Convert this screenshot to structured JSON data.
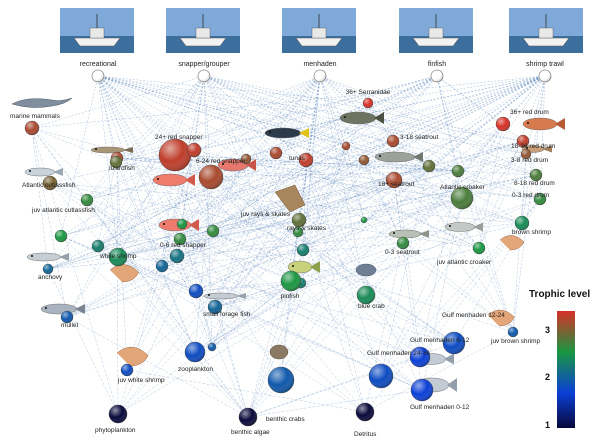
{
  "fisheries": [
    {
      "id": "f1",
      "label": "recreational"
    },
    {
      "id": "f2",
      "label": "snapper/grouper"
    },
    {
      "id": "f3",
      "label": "menhaden"
    },
    {
      "id": "f4",
      "label": "finfish"
    },
    {
      "id": "f5",
      "label": "shrimp trawl"
    }
  ],
  "nodes": [
    {
      "id": "n1",
      "label": "36+ Serranidae",
      "level": 3.3
    },
    {
      "id": "n2",
      "label": "marine mammals",
      "level": 3.1
    },
    {
      "id": "n3",
      "label": "24+ red snapper",
      "level": 3.2
    },
    {
      "id": "n4",
      "label": "",
      "level": 3.1
    },
    {
      "id": "n5",
      "label": "6-24 red snapper",
      "level": 3.1
    },
    {
      "id": "n6",
      "label": "",
      "level": 3.2
    },
    {
      "id": "n7",
      "label": "",
      "level": 3.0
    },
    {
      "id": "n8",
      "label": "tunas",
      "level": 3.1
    },
    {
      "id": "n9",
      "label": "",
      "level": 3.2
    },
    {
      "id": "n10",
      "label": "",
      "level": 3.1
    },
    {
      "id": "n11",
      "label": "",
      "level": 3.0
    },
    {
      "id": "n12",
      "label": "3-18 seatrout",
      "level": 3.1
    },
    {
      "id": "n13",
      "label": "36+ red drum",
      "level": 3.3
    },
    {
      "id": "n14",
      "label": "18-36 red drum",
      "level": 3.2
    },
    {
      "id": "n15",
      "label": "3-8 red drum",
      "level": 3.0
    },
    {
      "id": "n16",
      "label": "18+ seatrout",
      "level": 3.1
    },
    {
      "id": "n17",
      "label": "",
      "level": 2.8
    },
    {
      "id": "n18",
      "label": "",
      "level": 2.7
    },
    {
      "id": "n19",
      "label": "Atlantic croaker",
      "level": 2.7
    },
    {
      "id": "n20",
      "label": "8-18 red drum",
      "level": 2.7
    },
    {
      "id": "n21",
      "label": "0-3 red drum",
      "level": 2.6
    },
    {
      "id": "n22",
      "label": "lizardfish",
      "level": 2.8
    },
    {
      "id": "n23",
      "label": "Atlantic cutlassfish",
      "level": 2.9
    },
    {
      "id": "n24",
      "label": "juv atlantic cutlassfish",
      "level": 2.6
    },
    {
      "id": "n25",
      "label": "juv rays & skates",
      "level": 2.8
    },
    {
      "id": "n26",
      "label": "rays & skates",
      "level": 2.6
    },
    {
      "id": "n27",
      "label": "",
      "level": 2.5
    },
    {
      "id": "n28",
      "label": "",
      "level": 2.6
    },
    {
      "id": "n29",
      "label": "",
      "level": 2.5
    },
    {
      "id": "n30",
      "label": "0-6 red snapper",
      "level": 2.6
    },
    {
      "id": "n31",
      "label": "0-3 seatrout",
      "level": 2.6
    },
    {
      "id": "n32",
      "label": "juv atlantic croaker",
      "level": 2.5
    },
    {
      "id": "n33",
      "label": "brown shrimp",
      "level": 2.4
    },
    {
      "id": "n34",
      "label": "",
      "level": 2.3
    },
    {
      "id": "n35",
      "label": "white shrimp",
      "level": 2.4
    },
    {
      "id": "n36",
      "label": "",
      "level": 2.2
    },
    {
      "id": "n37",
      "label": "anchovy",
      "level": 2.1
    },
    {
      "id": "n38",
      "label": "",
      "level": 2.1
    },
    {
      "id": "n39",
      "label": "",
      "level": 2.5
    },
    {
      "id": "n40",
      "label": "",
      "level": 2.3
    },
    {
      "id": "n41",
      "label": "pinfish",
      "level": 2.5
    },
    {
      "id": "n42",
      "label": "",
      "level": 2.3
    },
    {
      "id": "n43",
      "label": "blue crab",
      "level": 2.4
    },
    {
      "id": "n44",
      "label": "mullet",
      "level": 2.0
    },
    {
      "id": "n45",
      "label": "",
      "level": 1.9
    },
    {
      "id": "n46",
      "label": "small forage fish",
      "level": 2.1
    },
    {
      "id": "n47",
      "label": "Gulf menhaden 12-24",
      "level": 1.9
    },
    {
      "id": "n48",
      "label": "juv brown shrimp",
      "level": 2.0
    },
    {
      "id": "n49",
      "label": "",
      "level": 2.0
    },
    {
      "id": "n50",
      "label": "zooplankton",
      "level": 1.9
    },
    {
      "id": "n51",
      "label": "Gulf menhaden 6-12",
      "level": 1.8
    },
    {
      "id": "n52",
      "label": "Gulf menhaden 24-36",
      "level": 1.9
    },
    {
      "id": "n53",
      "label": "juv white shrimp",
      "level": 1.9
    },
    {
      "id": "n54",
      "label": "benthic crabs",
      "level": 2.0
    },
    {
      "id": "n55",
      "label": "Gulf menhaden 0-12",
      "level": 1.8
    },
    {
      "id": "n56",
      "label": "phytoplankton",
      "level": 1.0
    },
    {
      "id": "n57",
      "label": "benthic algae",
      "level": 1.0
    },
    {
      "id": "n58",
      "label": "Detritus",
      "level": 1.0
    }
  ],
  "legend": {
    "title": "Trophic level",
    "ticks": [
      "3",
      "2",
      "1"
    ],
    "colors": [
      "#d73027",
      "#1a9641",
      "#0b3fd6",
      "#08083a"
    ]
  },
  "edge_color": "#4a7ab5",
  "fishery_color": "#ffffff",
  "icons": [
    "fishing-boat-photo",
    "dolphin-icon",
    "fish-icon",
    "shrimp-icon",
    "crab-icon",
    "ray-icon"
  ]
}
